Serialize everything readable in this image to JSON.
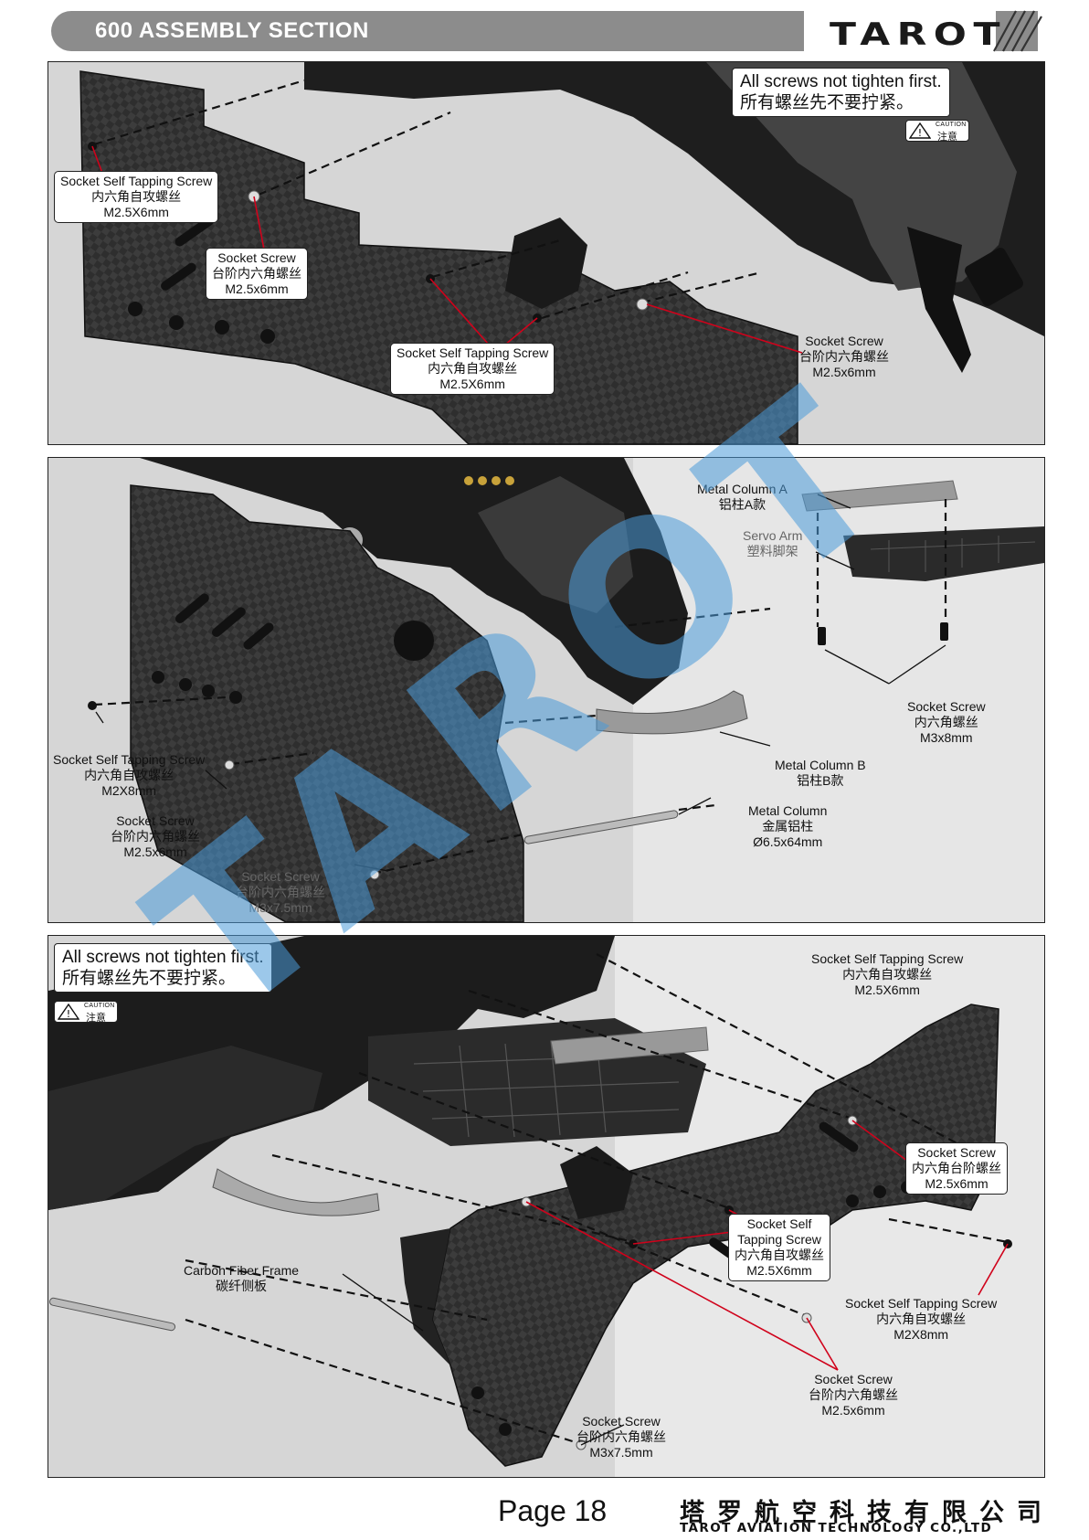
{
  "header": {
    "title": "600  ASSEMBLY  SECTION",
    "brand": "TAROT"
  },
  "colors": {
    "header_grey": "#8c8c8c",
    "leader_red": "#d0021b",
    "watermark_blue": "#4a9ad8",
    "carbon_dark": "#2b2b2b"
  },
  "notes": {
    "screws_not_tight_en": "All screws not tighten first.",
    "screws_not_tight_cn": "所有螺丝先不要拧紧。",
    "caution_en": "CAUTION",
    "caution_cn": "注意"
  },
  "panel1": {
    "c1": {
      "en": "Socket Self Tapping Screw",
      "cn": "内六角自攻螺丝",
      "size": "M2.5X6mm"
    },
    "c2": {
      "en": "Socket Screw",
      "cn": "台阶内六角螺丝",
      "size": "M2.5x6mm"
    },
    "c3": {
      "en": "Socket Self Tapping Screw",
      "cn": "内六角自攻螺丝",
      "size": "M2.5X6mm"
    },
    "c4": {
      "en": "Socket Screw",
      "cn": "台阶内六角螺丝",
      "size": "M2.5x6mm"
    }
  },
  "panel2": {
    "metal_column_a": {
      "en": "Metal Column  A",
      "cn": "铝柱A款"
    },
    "servo_arm": {
      "en": "Servo Arm",
      "cn": "塑料脚架"
    },
    "socket_screw_m3x8": {
      "en": "Socket Screw",
      "cn": "内六角螺丝",
      "size": "M3x8mm"
    },
    "metal_column_b": {
      "en": "Metal Column  B",
      "cn": "铝柱B款"
    },
    "metal_column": {
      "en": "Metal Column",
      "cn": "金属铝柱",
      "size": "Ø6.5x64mm"
    },
    "self_tapping_m2x8": {
      "en": "Socket Self Tapping Screw",
      "cn": "内六角自攻螺丝",
      "size": "M2X8mm"
    },
    "socket_screw_m25x6": {
      "en": "Socket Screw",
      "cn": "台阶内六角螺丝",
      "size": "M2.5x6mm"
    },
    "socket_screw_m3x75": {
      "en": "Socket Screw",
      "cn": "台阶内六角螺丝",
      "size": "M3x7.5mm"
    }
  },
  "panel3": {
    "self_tapping_top": {
      "en": "Socket Self Tapping Screw",
      "cn": "内六角自攻螺丝",
      "size": "M2.5X6mm"
    },
    "socket_screw_right": {
      "en": "Socket Screw",
      "cn": "内六角台阶螺丝",
      "size": "M2.5x6mm"
    },
    "self_tapping_mid": {
      "en1": "Socket Self",
      "en2": "Tapping Screw",
      "cn": "内六角自攻螺丝",
      "size": "M2.5X6mm"
    },
    "carbon_frame": {
      "en": "Carbon Fiber  Frame",
      "cn": "碳纤侧板"
    },
    "self_tapping_m2x8": {
      "en": "Socket Self Tapping Screw",
      "cn": "内六角自攻螺丝",
      "size": "M2X8mm"
    },
    "socket_screw_m25": {
      "en": "Socket Screw",
      "cn": "台阶内六角螺丝",
      "size": "M2.5x6mm"
    },
    "socket_screw_m3": {
      "en": "Socket Screw",
      "cn": "台阶内六角螺丝",
      "size": "M3x7.5mm"
    }
  },
  "footer": {
    "page": "Page 18",
    "company_cn": "塔罗航空科技有限公司",
    "company_en": "TAROT AVIATION TECHNOLOGY CO.,LTD"
  }
}
